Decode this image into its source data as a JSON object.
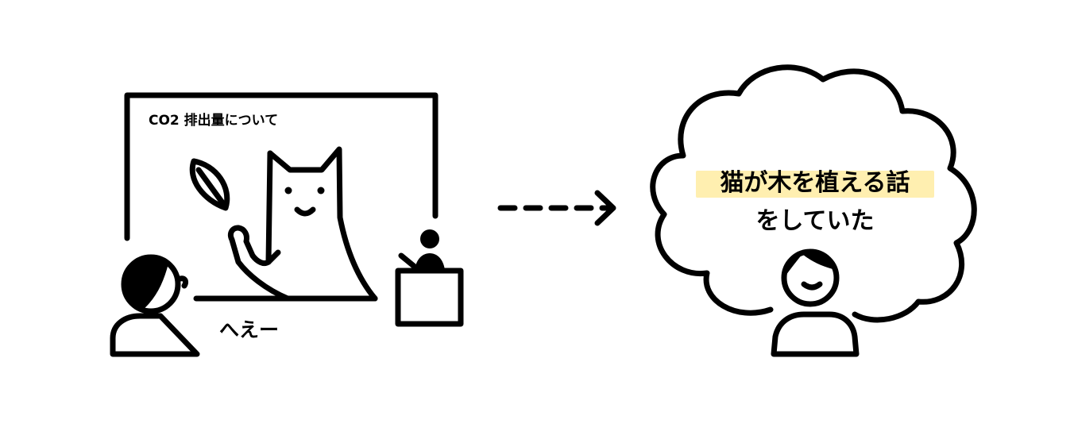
{
  "board": {
    "title": "CO2 排出量について"
  },
  "listener": {
    "reaction": "へえー"
  },
  "thought_bubble": {
    "line1": "猫が木を植える話",
    "line2": "をしていた",
    "highlight_color": "#FFEFB0"
  },
  "colors": {
    "ink": "#000000",
    "background": "#FFFFFF"
  }
}
